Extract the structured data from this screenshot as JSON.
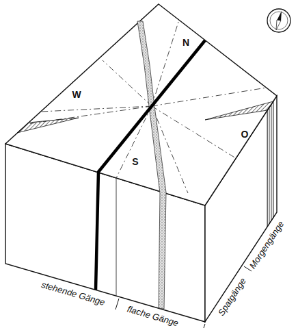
{
  "diagram": {
    "labels": [
      "N",
      "W",
      "O",
      "S",
      "stehende Gänge",
      "flache Gänge",
      "Spatgänge",
      "Morgengänge"
    ]
  }
}
